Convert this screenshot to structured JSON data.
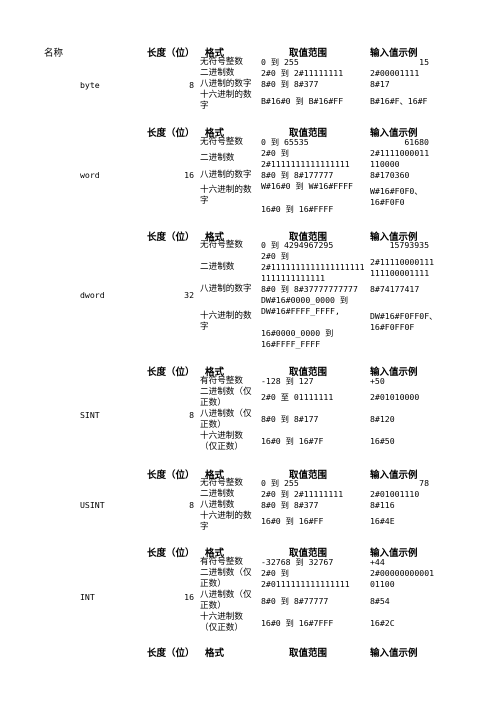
{
  "headers": {
    "name": "名称",
    "length": "长度（位）",
    "format": "格式",
    "range": "取值范围",
    "example": "输入值示例"
  },
  "blocks": [
    {
      "name": "byte",
      "length": "8",
      "formats": [
        "无符号整数",
        "二进制数",
        "八进制的数字",
        "十六进制的数字"
      ],
      "ranges": [
        "0 到 255",
        "2#0 到 2#11111111",
        "8#0 到 8#377",
        "B#16#0 到 B#16#FF"
      ],
      "examples": [
        "15",
        "2#00001111",
        "8#17",
        "B#16#F、16#F"
      ]
    },
    {
      "name": "word",
      "length": "16",
      "formats": [
        "无符号整数",
        "二进制数",
        "八进制的数字",
        "十六进制的数字"
      ],
      "ranges": [
        "0 到 65535",
        "2#0 到",
        "2#1111111111111111",
        "8#0 到 8#177777",
        "W#16#0 到 W#16#FFFF",
        "16#0 到 16#FFFF"
      ],
      "examples": [
        "61680",
        "2#1111000011110000",
        "8#170360",
        "W#16#F0F0、16#F0F0"
      ]
    },
    {
      "name": "dword",
      "length": "32",
      "formats": [
        "无符号整数",
        "二进制数",
        "八进制的数字",
        "十六进制的数字"
      ],
      "ranges": [
        "0 到 4294967295",
        "2#0 到",
        "2#11111111111111111111111111111111",
        "8#0 到 8#37777777777",
        "DW#16#0000_0000 到",
        "DW#16#FFFF_FFFF,",
        "16#0000_0000 到",
        "16#FFFF_FFFF"
      ],
      "examples": [
        "15793935",
        "2#11110000111111100001111",
        "8#74177417",
        "DW#16#F0FF0F、16#F0FF0F"
      ]
    },
    {
      "name": "SINT",
      "length": "8",
      "formats": [
        "有符号整数",
        "二进制数（仅正数）",
        "八进制数（仅正数）",
        "十六进制数（仅正数）"
      ],
      "ranges": [
        "-128 到 127",
        "2#0 至 01111111",
        "8#0 到 8#177",
        "16#0 到 16#7F"
      ],
      "examples": [
        "+50",
        "2#01010000",
        "8#120",
        "16#50"
      ]
    },
    {
      "name": "USINT",
      "length": "8",
      "formats": [
        "无符号整数",
        "二进制数",
        "八进制数",
        "十六进制的数字"
      ],
      "ranges": [
        "0 到 255",
        "2#0 到 2#11111111",
        "8#0 到 8#377",
        "16#0 到 16#FF"
      ],
      "examples": [
        "78",
        "2#01001110",
        "8#116",
        "16#4E"
      ]
    },
    {
      "name": "INT",
      "length": "16",
      "formats": [
        "有符号整数",
        "二进制数（仅正数）",
        "八进制数（仅正数）",
        "十六进制数（仅正数）"
      ],
      "ranges": [
        "-32768 到 32767",
        "2#0 到",
        "2#0111111111111111",
        "8#0 到 8#77777",
        "16#0 到 16#7FFF"
      ],
      "examples": [
        "+44",
        "2#0000000000101100",
        "8#54",
        "16#2C"
      ]
    }
  ]
}
